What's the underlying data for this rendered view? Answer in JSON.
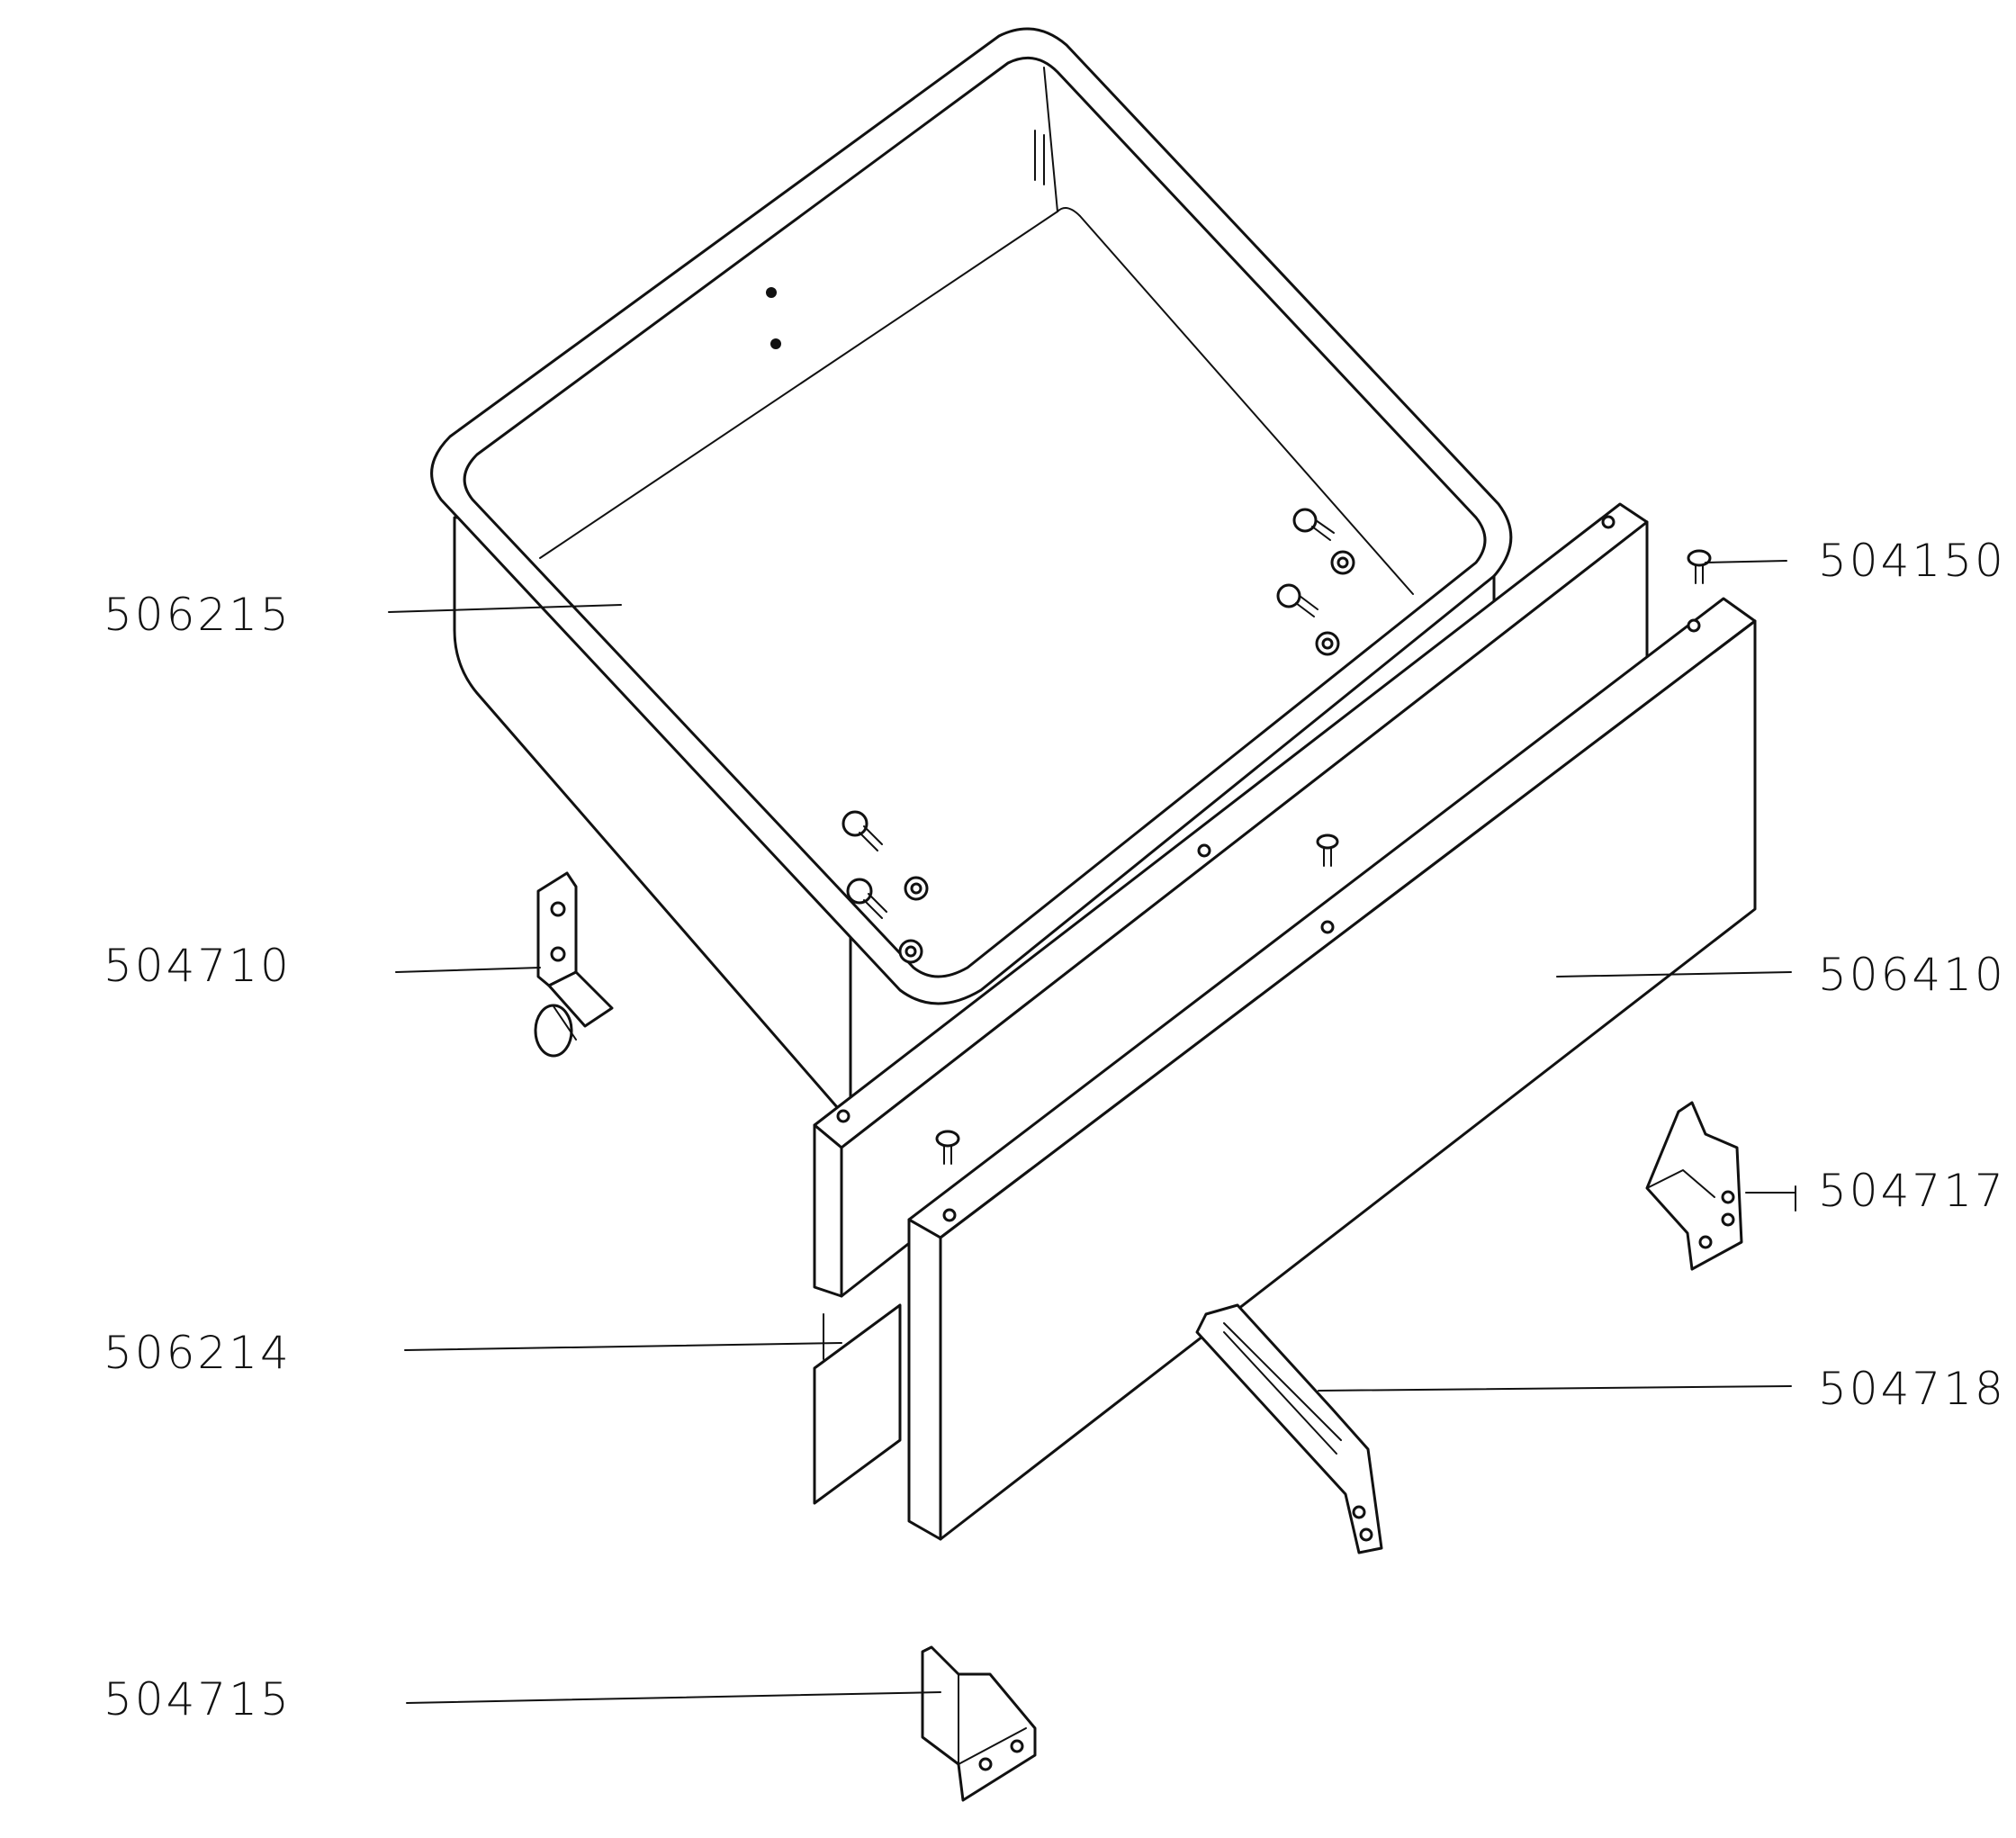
{
  "diagram": {
    "labels": [
      {
        "id": "506215",
        "text": "506215"
      },
      {
        "id": "504710",
        "text": "504710"
      },
      {
        "id": "506214",
        "text": "506214"
      },
      {
        "id": "504715",
        "text": "504715"
      },
      {
        "id": "504150",
        "text": "504150"
      },
      {
        "id": "506410",
        "text": "506410"
      },
      {
        "id": "504717",
        "text": "504717"
      },
      {
        "id": "504718",
        "text": "504718"
      }
    ],
    "colors": {
      "ink": "#111111",
      "paper": "#ffffff"
    }
  }
}
